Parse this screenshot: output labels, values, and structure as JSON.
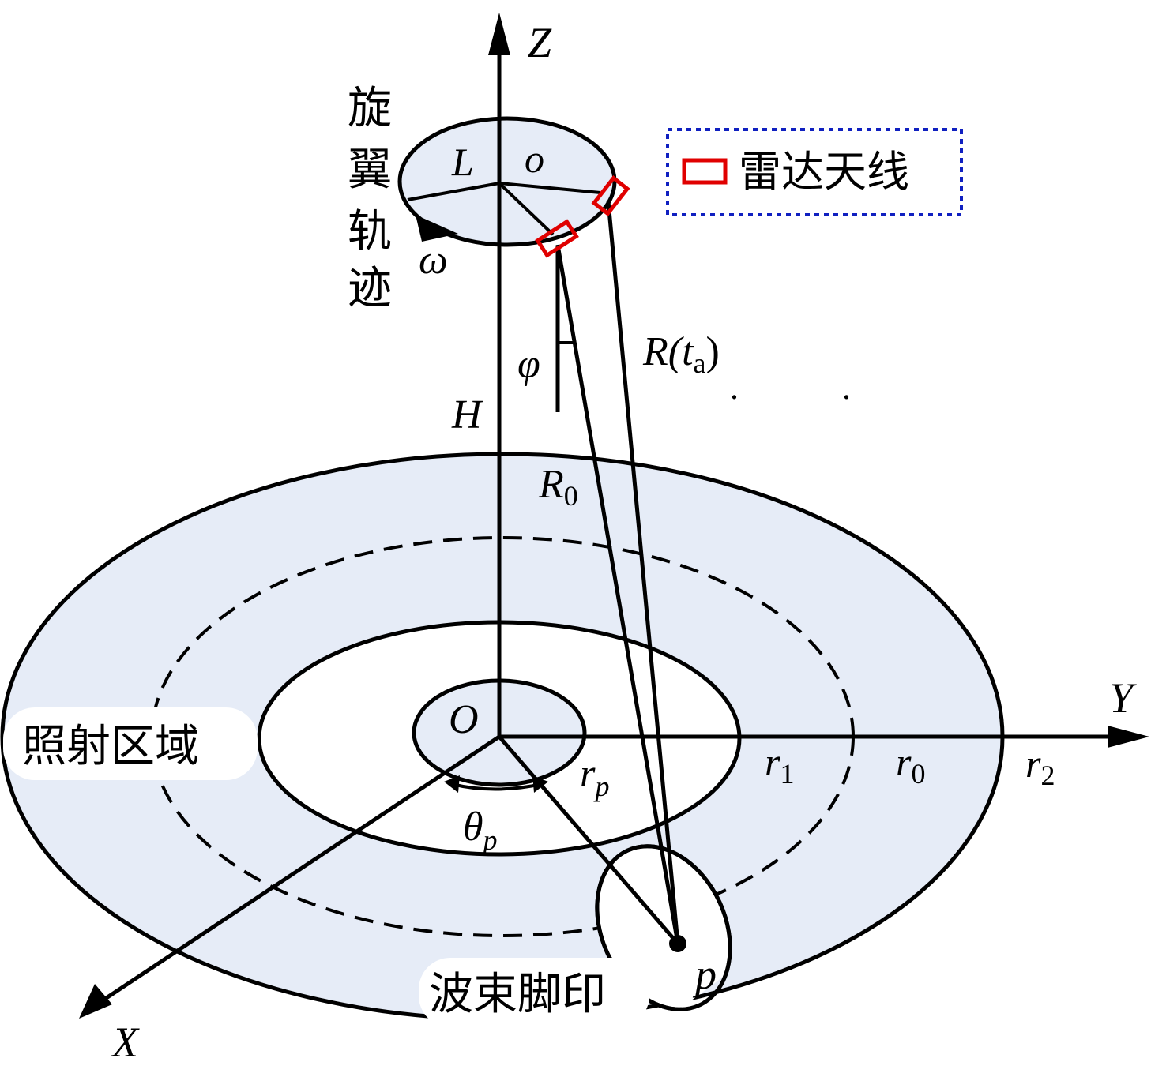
{
  "colors": {
    "region_fill": "#e6ecf7",
    "line": "#000000",
    "antenna": "#e00000",
    "legend_border": "#1020c0"
  },
  "axes": {
    "z": "Z",
    "y": "Y",
    "x": "X",
    "origin": "O"
  },
  "rotor": {
    "title_chars": [
      "旋",
      "翼",
      "轨",
      "迹"
    ],
    "label_L": "L",
    "label_o": "o",
    "omega": "ω"
  },
  "legend": {
    "text": "雷达天线",
    "icon": "red-rectangle-icon"
  },
  "labels": {
    "R_t": "R(t",
    "R_t_sub": "a",
    "R_t_close": ")",
    "phi": "φ",
    "H": "H",
    "R0": "R",
    "R0_sub": "0",
    "r1": "r",
    "r1_sub": "1",
    "r0": "r",
    "r0_sub": "0",
    "r2": "r",
    "r2_sub": "2",
    "rp": "r",
    "rp_sub": "p",
    "theta": "θ",
    "theta_sub": "p",
    "p": "p",
    "ellipsis": ". ."
  },
  "regions": {
    "illuminated": "照射区域",
    "footprint": "波束脚印"
  }
}
